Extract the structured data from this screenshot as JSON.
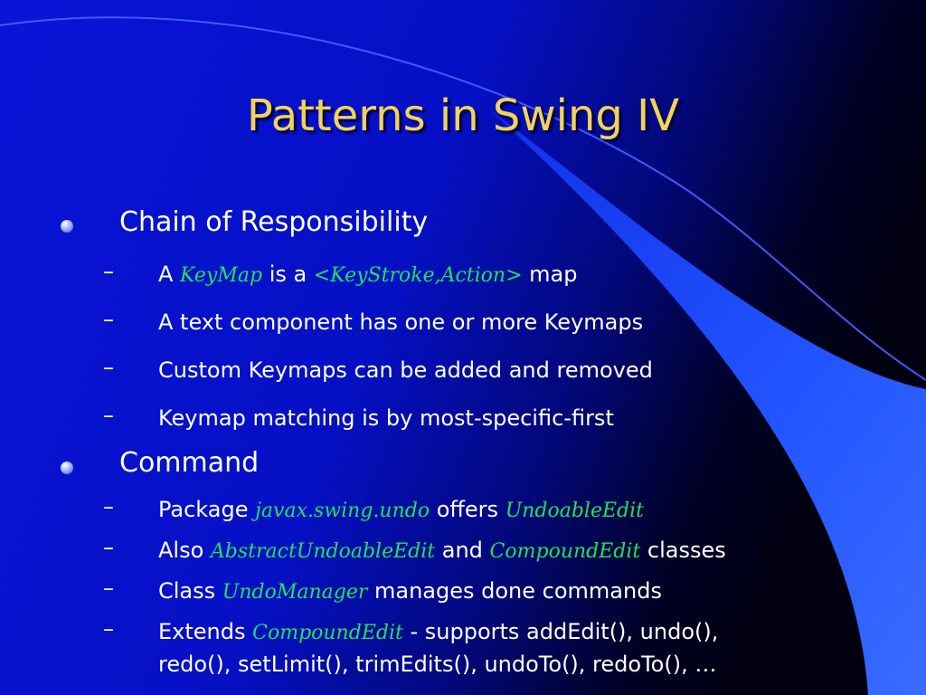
{
  "slide": {
    "title": "Patterns in Swing IV",
    "sections": [
      {
        "heading": "Chain of Responsibility",
        "items": [
          {
            "a": "A ",
            "b": "KeyMap",
            "c": " is a ",
            "d": "<KeyStroke,Action>",
            "e": " map"
          },
          {
            "text": "A text component has one or more Keymaps"
          },
          {
            "text": "Custom Keymaps can be added and removed"
          },
          {
            "text": "Keymap matching is by most-specific-first"
          }
        ]
      },
      {
        "heading": "Command",
        "items": [
          {
            "a": "Package ",
            "b": "javax.swing.undo",
            "c": " offers ",
            "d": "UndoableEdit"
          },
          {
            "a": "Also ",
            "b": "AbstractUndoableEdit",
            "c": " and ",
            "d": "CompoundEdit",
            "e": " classes"
          },
          {
            "a": "Class ",
            "b": "UndoManager",
            "c": " manages done commands"
          },
          {
            "a": "Extends ",
            "b": "CompoundEdit",
            "c": " - supports addEdit(), undo(),",
            "line2": "redo(), setLimit(), trimEdits(), undoTo(), redoTo(), …"
          }
        ]
      }
    ],
    "dash": "–"
  },
  "colors": {
    "background": "#0000cc",
    "title": "#f2d35a",
    "code": "#22e05a",
    "swoosh": "#3366ff"
  }
}
